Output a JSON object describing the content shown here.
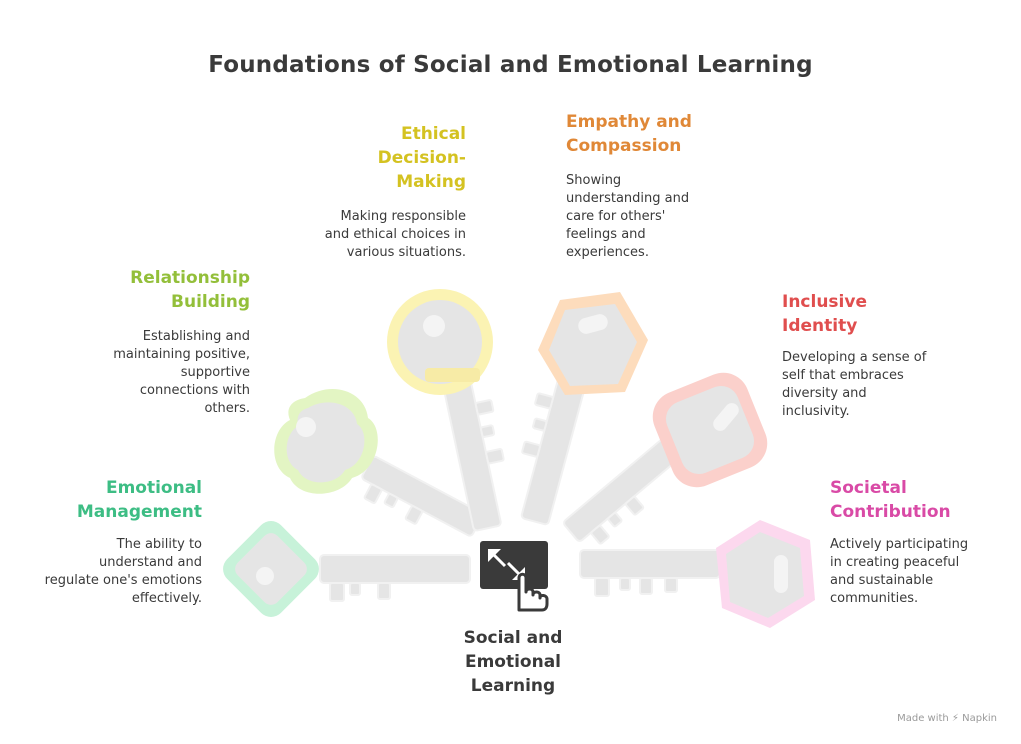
{
  "title": "Foundations of Social and Emotional Learning",
  "center": {
    "label_lines": [
      "Social and",
      "Emotional",
      "Learning"
    ],
    "icon": "resize-touch-icon"
  },
  "items": [
    {
      "heading_lines": [
        "Emotional",
        "Management"
      ],
      "description_lines": [
        "The ability to",
        "understand and",
        "regulate one's emotions",
        "effectively."
      ],
      "color": "#3dbd84",
      "key_color": "#c7f2d9",
      "icon": "diamond-key-icon"
    },
    {
      "heading_lines": [
        "Relationship",
        "Building"
      ],
      "description_lines": [
        "Establishing and",
        "maintaining positive,",
        "supportive",
        "connections with",
        "others."
      ],
      "color": "#93bf3a",
      "key_color": "#e3f5c3",
      "icon": "clover-key-icon"
    },
    {
      "heading_lines": [
        "Ethical",
        "Decision-",
        "Making"
      ],
      "description_lines": [
        "Making responsible",
        "and ethical choices in",
        "various situations."
      ],
      "color": "#d4c221",
      "key_color": "#fbf3b3",
      "icon": "round-key-icon"
    },
    {
      "heading_lines": [
        "Empathy and",
        "Compassion"
      ],
      "description_lines": [
        "Showing",
        "understanding and",
        "care for others'",
        "feelings and",
        "experiences."
      ],
      "color": "#e08837",
      "key_color": "#fddcbc",
      "icon": "hexagon-key-icon"
    },
    {
      "heading_lines": [
        "Inclusive",
        "Identity"
      ],
      "description_lines": [
        "Developing a sense of",
        "self that embraces",
        "diversity and",
        "inclusivity."
      ],
      "color": "#e04e4e",
      "key_color": "#fbd0cb",
      "icon": "rounded-key-icon"
    },
    {
      "heading_lines": [
        "Societal",
        "Contribution"
      ],
      "description_lines": [
        "Actively participating",
        "in creating peaceful",
        "and sustainable",
        "communities."
      ],
      "color": "#d94aa6",
      "key_color": "#fcd8ee",
      "icon": "hexagon-key-icon"
    }
  ],
  "footer": "Made with ⚡ Napkin"
}
